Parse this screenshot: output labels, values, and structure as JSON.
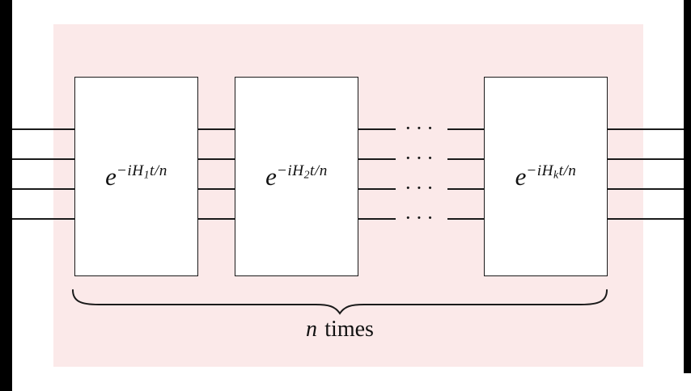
{
  "diagram": {
    "type": "quantum-circuit-trotterization",
    "gates": [
      {
        "base": "e",
        "exp_pre": "−iH",
        "sub": "1",
        "exp_post": "t/n"
      },
      {
        "base": "e",
        "exp_pre": "−iH",
        "sub": "2",
        "exp_post": "t/n"
      },
      {
        "base": "e",
        "exp_pre": "−iH",
        "sub": "k",
        "exp_post": "t/n"
      }
    ],
    "dots": "···",
    "brace_label": {
      "n": "n",
      "times": "times"
    },
    "wire_count": 4,
    "colors": {
      "panel": "#fbe9e9",
      "line": "#1a1a1a",
      "box_fill": "#ffffff",
      "box_border": "#1a1a1a",
      "bar": "#000000"
    }
  }
}
